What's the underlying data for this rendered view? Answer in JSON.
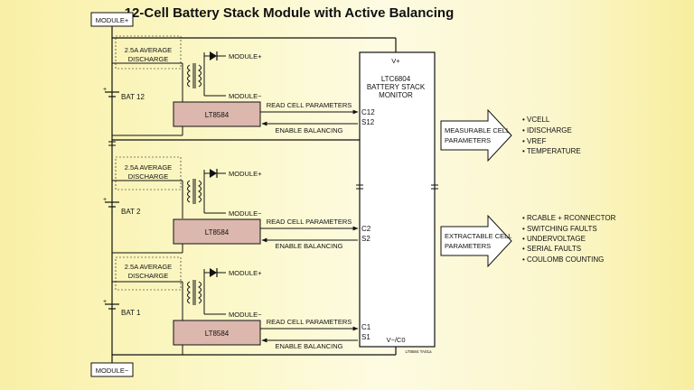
{
  "title": "12-Cell Battery Stack Module with Active Balancing",
  "module_plus": "MODULE+",
  "module_minus": "MODULE−",
  "controller": {
    "name_line1": "LTC6804",
    "name_line2": "BATTERY STACK",
    "name_line3": "MONITOR",
    "vplus": "V+",
    "vminus": "V−/C0",
    "part_number": "LT8584 TA01a"
  },
  "cells": [
    {
      "discharge_line1": "2.5A AVERAGE",
      "discharge_line2": "DISCHARGE",
      "bat_label": "BAT 12",
      "mod_plus": "MODULE+",
      "mod_minus": "MODULE−",
      "ic_label": "LT8584",
      "read_label": "READ CELL PARAMETERS",
      "enable_label": "ENABLE BALANCING",
      "c_pin": "C12",
      "s_pin": "S12"
    },
    {
      "discharge_line1": "2.5A AVERAGE",
      "discharge_line2": "DISCHARGE",
      "bat_label": "BAT 2",
      "mod_plus": "MODULE+",
      "mod_minus": "MODULE−",
      "ic_label": "LT8584",
      "read_label": "READ CELL PARAMETERS",
      "enable_label": "ENABLE BALANCING",
      "c_pin": "C2",
      "s_pin": "S2"
    },
    {
      "discharge_line1": "2.5A AVERAGE",
      "discharge_line2": "DISCHARGE",
      "bat_label": "BAT 1",
      "mod_plus": "MODULE+",
      "mod_minus": "MODULE−",
      "ic_label": "LT8584",
      "read_label": "READ CELL PARAMETERS",
      "enable_label": "ENABLE BALANCING",
      "c_pin": "C1",
      "s_pin": "S1"
    }
  ],
  "measurable": {
    "label_line1": "MEASURABLE CELL",
    "label_line2": "PARAMETERS",
    "items": [
      "VCELL",
      "IDISCHARGE",
      "VREF",
      "TEMPERATURE"
    ]
  },
  "extractable": {
    "label_line1": "EXTRACTABLE CELL",
    "label_line2": "PARAMETERS",
    "items": [
      "RCABLE + RCONNECTOR",
      "SWITCHING FAULTS",
      "UNDERVOLTAGE",
      "SERIAL FAULTS",
      "COULOMB COUNTING"
    ]
  },
  "colors": {
    "ic_fill": "#dcb7ad",
    "line": "#111111"
  }
}
